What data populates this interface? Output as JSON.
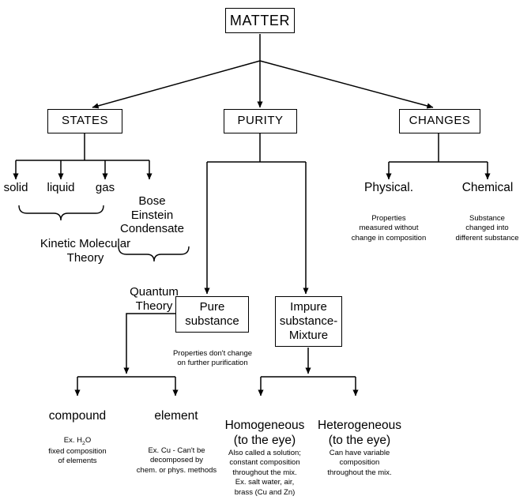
{
  "diagram": {
    "title_node": {
      "label": "MATTER"
    },
    "level2": [
      {
        "label": "STATES"
      },
      {
        "label": "PURITY"
      },
      {
        "label": "CHANGES"
      }
    ],
    "states_branch": {
      "leaves": [
        {
          "label": "solid"
        },
        {
          "label": "liquid"
        },
        {
          "label": "gas"
        },
        {
          "label": "Bose\nEinstein\nCondensate"
        }
      ],
      "theories": [
        {
          "label": "Kinetic Molecular\nTheory"
        },
        {
          "label": "Quantum\nTheory"
        }
      ]
    },
    "changes_branch": {
      "leaves": [
        {
          "label": "Physical.",
          "caption": "Properties\nmeasured without\nchange in composition"
        },
        {
          "label": "Chemical",
          "caption": "Substance\nchanged into\ndifferent substance"
        }
      ]
    },
    "purity_branch": {
      "boxes": [
        {
          "label": "Pure\nsubstance",
          "caption": "Properties don't change\non further purification"
        },
        {
          "label": "Impure\nsubstance-\nMixture",
          "caption": ""
        }
      ],
      "pure_leaves": [
        {
          "label": "compound",
          "caption_line1": "Ex.  H",
          "caption_sub": "2",
          "caption_line1b": "O",
          "caption": "fixed composition\nof elements"
        },
        {
          "label": "element",
          "caption": "Ex.  Cu - Can't be\ndecomposed by\nchem. or phys. methods"
        }
      ],
      "mixture_leaves": [
        {
          "label": "Homogeneous\n(to the eye)",
          "caption": "Also called a solution;\nconstant composition\nthroughout the mix.\nEx.  salt water, air,\nbrass (Cu and Zn)"
        },
        {
          "label": "Heterogeneous\n(to the eye)",
          "caption": "Can have variable\ncomposition\nthroughout the mix."
        }
      ]
    },
    "colors": {
      "line": "#000000",
      "background": "#ffffff",
      "text": "#000000"
    }
  }
}
